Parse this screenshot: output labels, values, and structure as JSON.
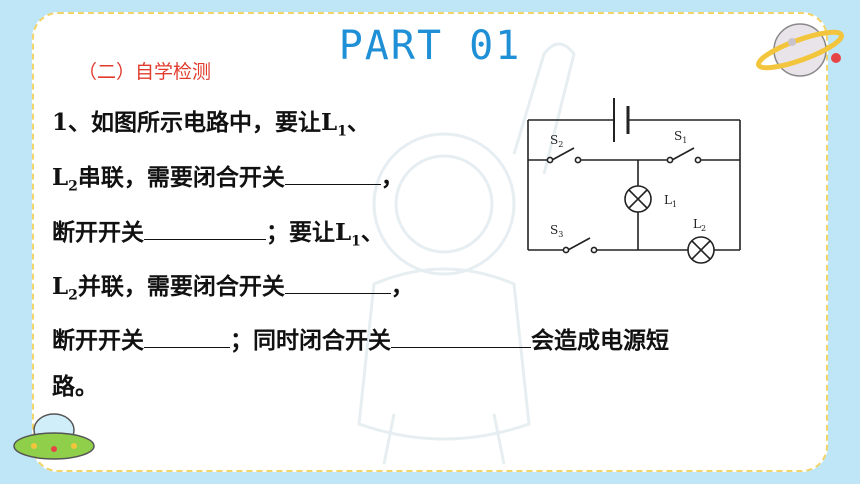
{
  "header": {
    "title": "PART  01",
    "subtitle": "（二）自学检测"
  },
  "question": {
    "l1a": "1、如图所示电路中，要让L",
    "s1": "1",
    "l1b": "、",
    "l2a": "L",
    "s2": "2",
    "l2b": "串联，需要闭合开关",
    "l2c": "，",
    "l3a": "断开开关",
    "l3b": "；要让L",
    "s3": "1",
    "l3c": "、",
    "l4a": "L",
    "s4": "2",
    "l4b": "并联，需要闭合开关",
    "l4c": "，",
    "l5a": "断开开关",
    "l5b": "；同时闭合开关",
    "l5c": "会造成电源短",
    "l6": "路。"
  },
  "circuit": {
    "s1": "S",
    "s1sub": "1",
    "s2": "S",
    "s2sub": "2",
    "s3": "S",
    "s3sub": "3",
    "l1": "L",
    "l1sub": "1",
    "l2": "L",
    "l2sub": "2"
  },
  "colors": {
    "background": "#bfe6f7",
    "title": "#1f8fd6",
    "subtitle": "#e23b2e",
    "border": "#f2d46a"
  }
}
